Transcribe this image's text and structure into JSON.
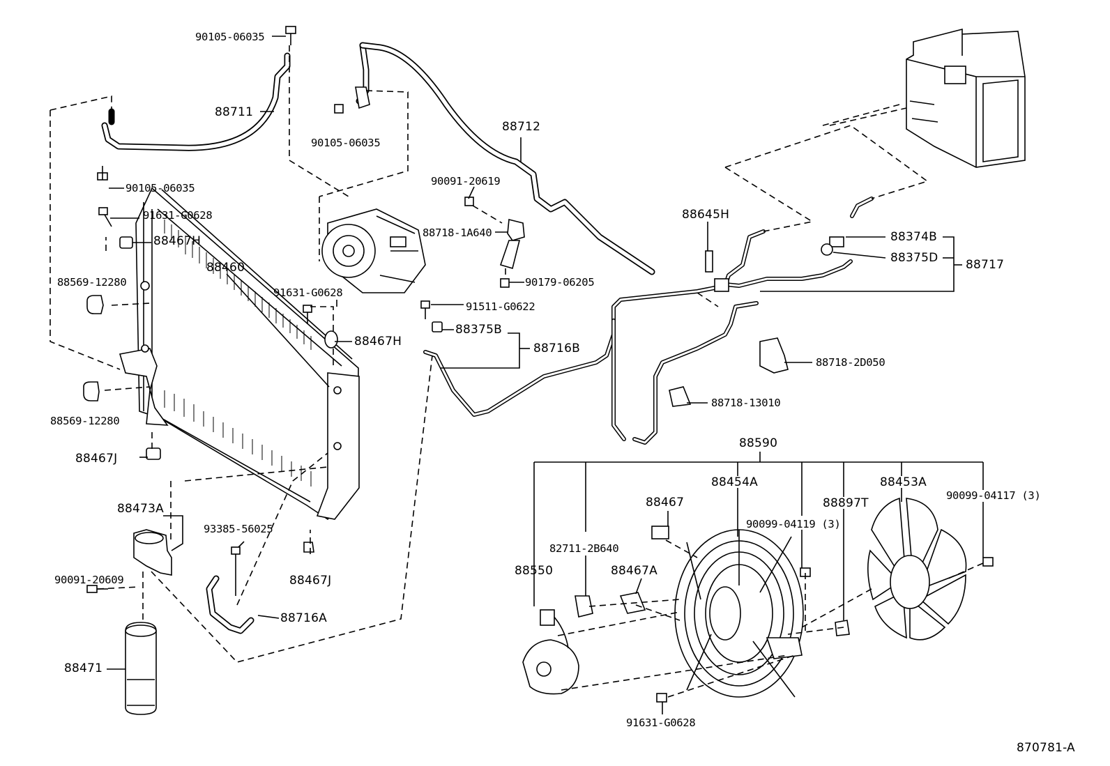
{
  "diagram": {
    "figure_code": "870781-A",
    "labels": {
      "p_90105_06035_top": "90105-06035",
      "p_88711": "88711",
      "p_90105_06035_left": "90105-06035",
      "p_91631_G0628_left": "91631-G0628",
      "p_88467H_left": "88467H",
      "p_88569_12280_top": "88569-12280",
      "p_88460": "88460",
      "p_88569_12280_bottom": "88569-12280",
      "p_88467J_left": "88467J",
      "p_88473A": "88473A",
      "p_90091_20609": "90091-20609",
      "p_88471": "88471",
      "p_90105_06035_mid": "90105-06035",
      "p_88712": "88712",
      "p_90091_20619": "90091-20619",
      "p_88718_1A640": "88718-1A640",
      "p_90179_06205": "90179-06205",
      "p_91631_G0628_mid": "91631-G0628",
      "p_91511_G0622": "91511-G0622",
      "p_88375B": "88375B",
      "p_88716B": "88716B",
      "p_88467H_mid": "88467H",
      "p_93385_56025": "93385-56025",
      "p_88467J_mid": "88467J",
      "p_88716A": "88716A",
      "p_88645H": "88645H",
      "p_88374B": "88374B",
      "p_88375D": "88375D",
      "p_88717": "88717",
      "p_88718_2D050": "88718-2D050",
      "p_88718_13010": "88718-13010",
      "p_88590": "88590",
      "p_88454A": "88454A",
      "p_88453A": "88453A",
      "p_88467": "88467",
      "p_82711_2B640": "82711-2B640",
      "p_90099_04119": "90099-04119 (3)",
      "p_88897T": "88897T",
      "p_90099_04117": "90099-04117 (3)",
      "p_88550": "88550",
      "p_88467A": "88467A",
      "p_91631_G0628_bottom": "91631-G0628"
    }
  }
}
